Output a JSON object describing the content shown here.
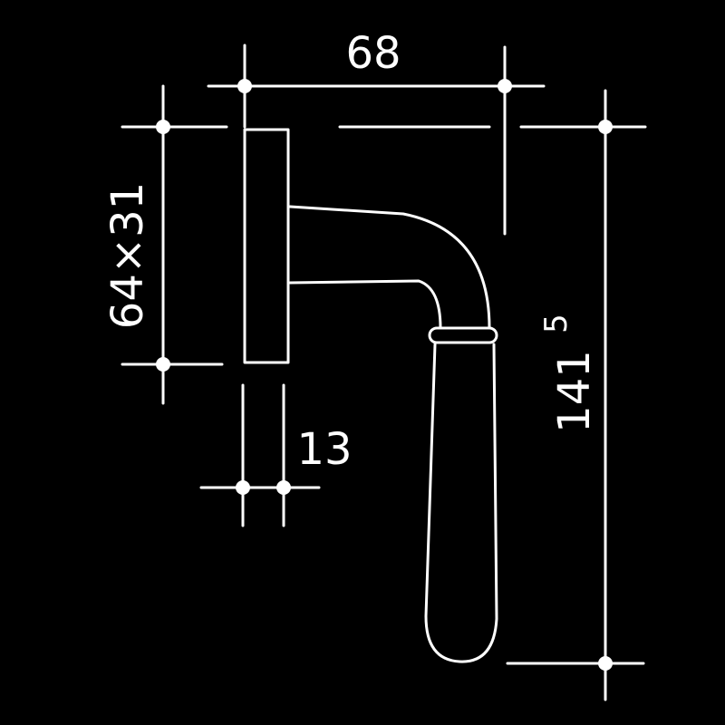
{
  "diagram": {
    "colors": {
      "background": "#000000",
      "ink": "#ffffff"
    },
    "dimensions": {
      "top_width": "68",
      "rose_size": "64×31",
      "rose_depth": "13",
      "overall_height_main": "141",
      "overall_height_sup": "5"
    }
  }
}
